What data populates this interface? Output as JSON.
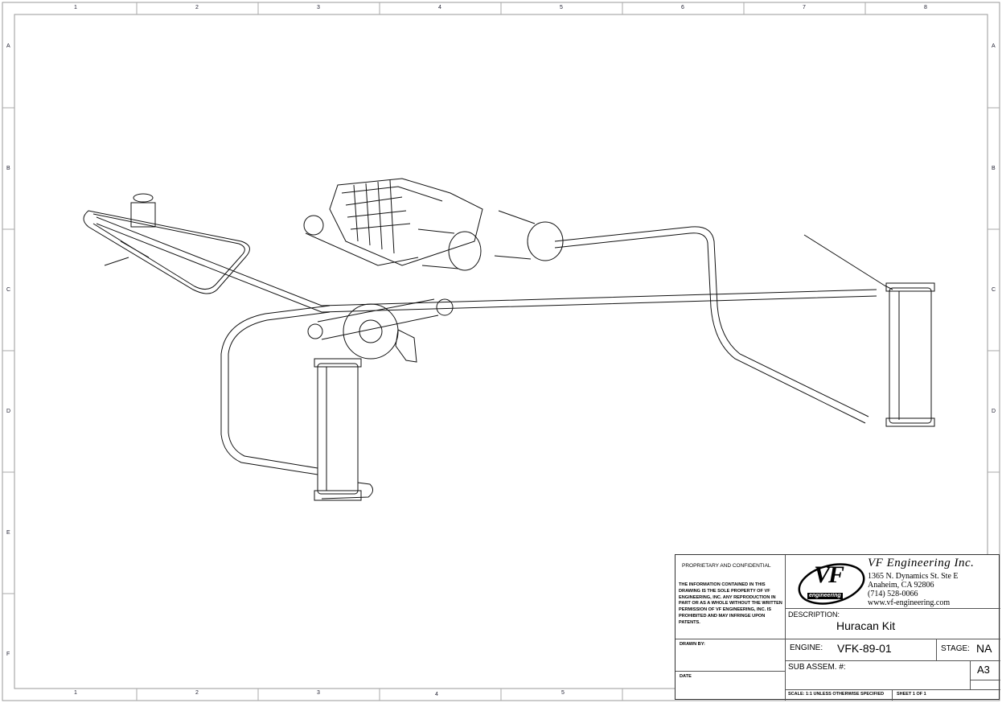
{
  "border": {
    "top_zones": [
      "1",
      "2",
      "3",
      "4",
      "5",
      "6",
      "7",
      "8"
    ],
    "bottom_zones": [
      "1",
      "2",
      "3",
      "4",
      "5"
    ],
    "side_zones": [
      "A",
      "B",
      "C",
      "D",
      "E",
      "F"
    ]
  },
  "title_block": {
    "confidential_heading": "PROPRIETARY AND CONFIDENTIAL",
    "confidential_text": "THE INFORMATION CONTAINED IN THIS DRAWING IS THE SOLE PROPERTY OF VF ENGINEERING, INC.  ANY REPRODUCTION IN PART OR AS A WHOLE WITHOUT THE WRITTEN PERMISSION OF VF ENGINEERING, INC. IS PROHIBITED AND MAY INFRINGE UPON PATENTS.",
    "drawn_by_label": "DRAWN BY:",
    "date_label": "DATE",
    "logo_text": "VF",
    "logo_subtext": "engineering",
    "company_name": "VF Engineering Inc.",
    "address_line1": "1365 N. Dynamics St. Ste E",
    "address_line2": "Anaheim, CA 92806",
    "phone": "(714) 528-0066",
    "website": "www.vf-engineering.com",
    "description_label": "DESCRIPTION:",
    "description_value": "Huracan Kit",
    "engine_label": "ENGINE:",
    "engine_value": "VFK-89-01",
    "stage_label": "STAGE:",
    "stage_value": "NA",
    "sub_assem_label": "SUB ASSEM. #:",
    "sheet_size": "A3",
    "scale_text": "SCALE: 1:1  UNLESS OTHERWISE SPECIFIED",
    "sheet_text": "SHEET 1 OF 1"
  }
}
